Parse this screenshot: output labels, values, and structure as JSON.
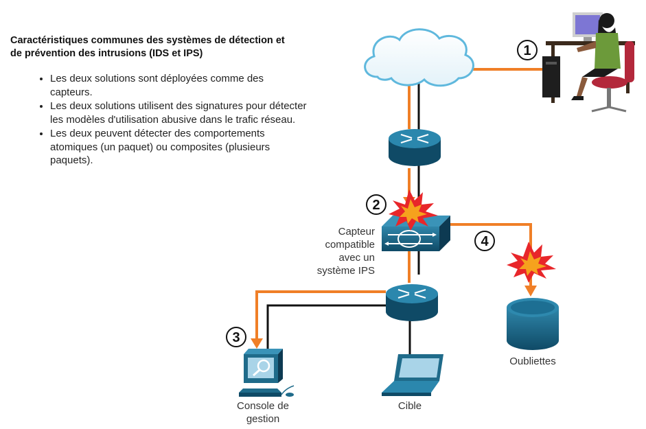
{
  "text": {
    "title": "Caractéristiques communes des systèmes de détection et de prévention des intrusions (IDS et IPS)",
    "bullets": [
      "Les deux solutions sont déployées comme des capteurs.",
      "Les deux solutions utilisent des signatures pour détecter les modèles d'utilisation abusive dans le trafic réseau.",
      "Les deux peuvent détecter des comportements atomiques (un paquet) ou composites (plusieurs paquets)."
    ]
  },
  "diagram": {
    "steps": [
      "1",
      "2",
      "3",
      "4"
    ],
    "labels": {
      "sensor": [
        "Capteur",
        "compatible",
        "avec un",
        "système IPS"
      ],
      "oubliettes": "Oubliettes",
      "console": [
        "Console de",
        "gestion"
      ],
      "target": "Cible"
    }
  },
  "colors": {
    "attack_path": "#f07f27",
    "link": "#111111",
    "device": "#1f6b8a",
    "device_dark": "#0e3f57",
    "cloud_stroke": "#5fb8dd",
    "fire": "#e8262a"
  }
}
